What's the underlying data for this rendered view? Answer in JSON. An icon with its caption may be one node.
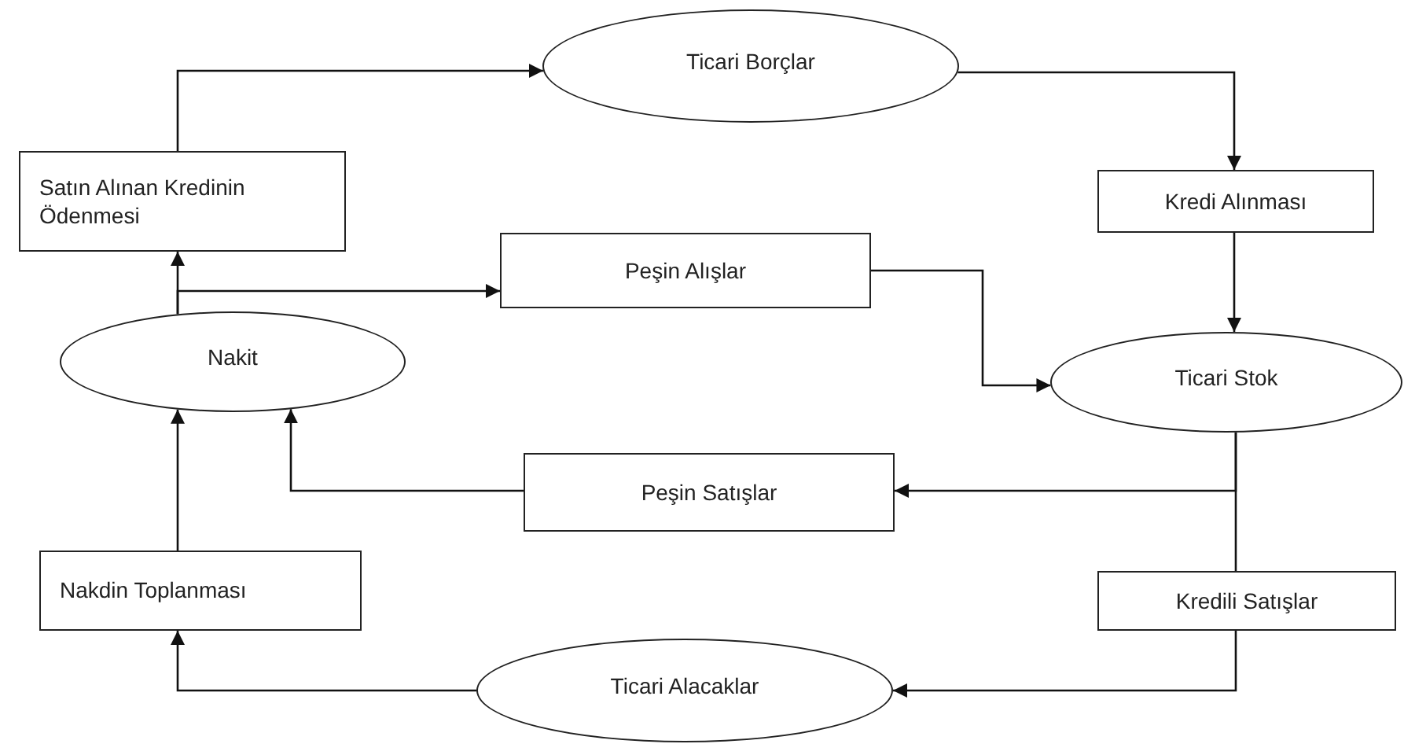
{
  "diagram": {
    "nodes": [
      {
        "text": [
          "Satın Alınan Kredinin Ödenmesi"
        ]
      },
      {
        "text": [
          "Ticari Borçlar"
        ]
      },
      {
        "text": [
          "Kredi Alınması"
        ]
      },
      {
        "text": [
          "Peşin Alışlar"
        ]
      },
      {
        "text": [
          "Nakit"
        ]
      },
      {
        "text": [
          "Ticari Stok"
        ]
      },
      {
        "text": [
          "Peşin Satışlar"
        ]
      },
      {
        "text": [
          "Nakdin Toplanması"
        ]
      },
      {
        "text": [
          "Kredili Satışlar"
        ]
      },
      {
        "text": [
          "Ticari Alacaklar"
        ]
      }
    ],
    "edges": [
      {
        "from": 0,
        "to": 1,
        "arrow": "to"
      },
      {
        "from": 1,
        "to": 2,
        "arrow": "to"
      },
      {
        "from": 2,
        "to": 5,
        "arrow": "to"
      },
      {
        "from": 4,
        "to": 0,
        "arrow": "to"
      },
      {
        "from": 4,
        "to": 3,
        "arrow": "to"
      },
      {
        "from": 3,
        "to": 5,
        "arrow": "to"
      },
      {
        "from": 5,
        "to": 6,
        "arrow": "to"
      },
      {
        "from": 5,
        "to": 8,
        "arrow": "none"
      },
      {
        "from": 6,
        "to": 4,
        "arrow": "to"
      },
      {
        "from": 8,
        "to": 9,
        "arrow": "to"
      },
      {
        "from": 9,
        "to": 7,
        "arrow": "to"
      },
      {
        "from": 7,
        "to": 4,
        "arrow": "to"
      }
    ]
  }
}
